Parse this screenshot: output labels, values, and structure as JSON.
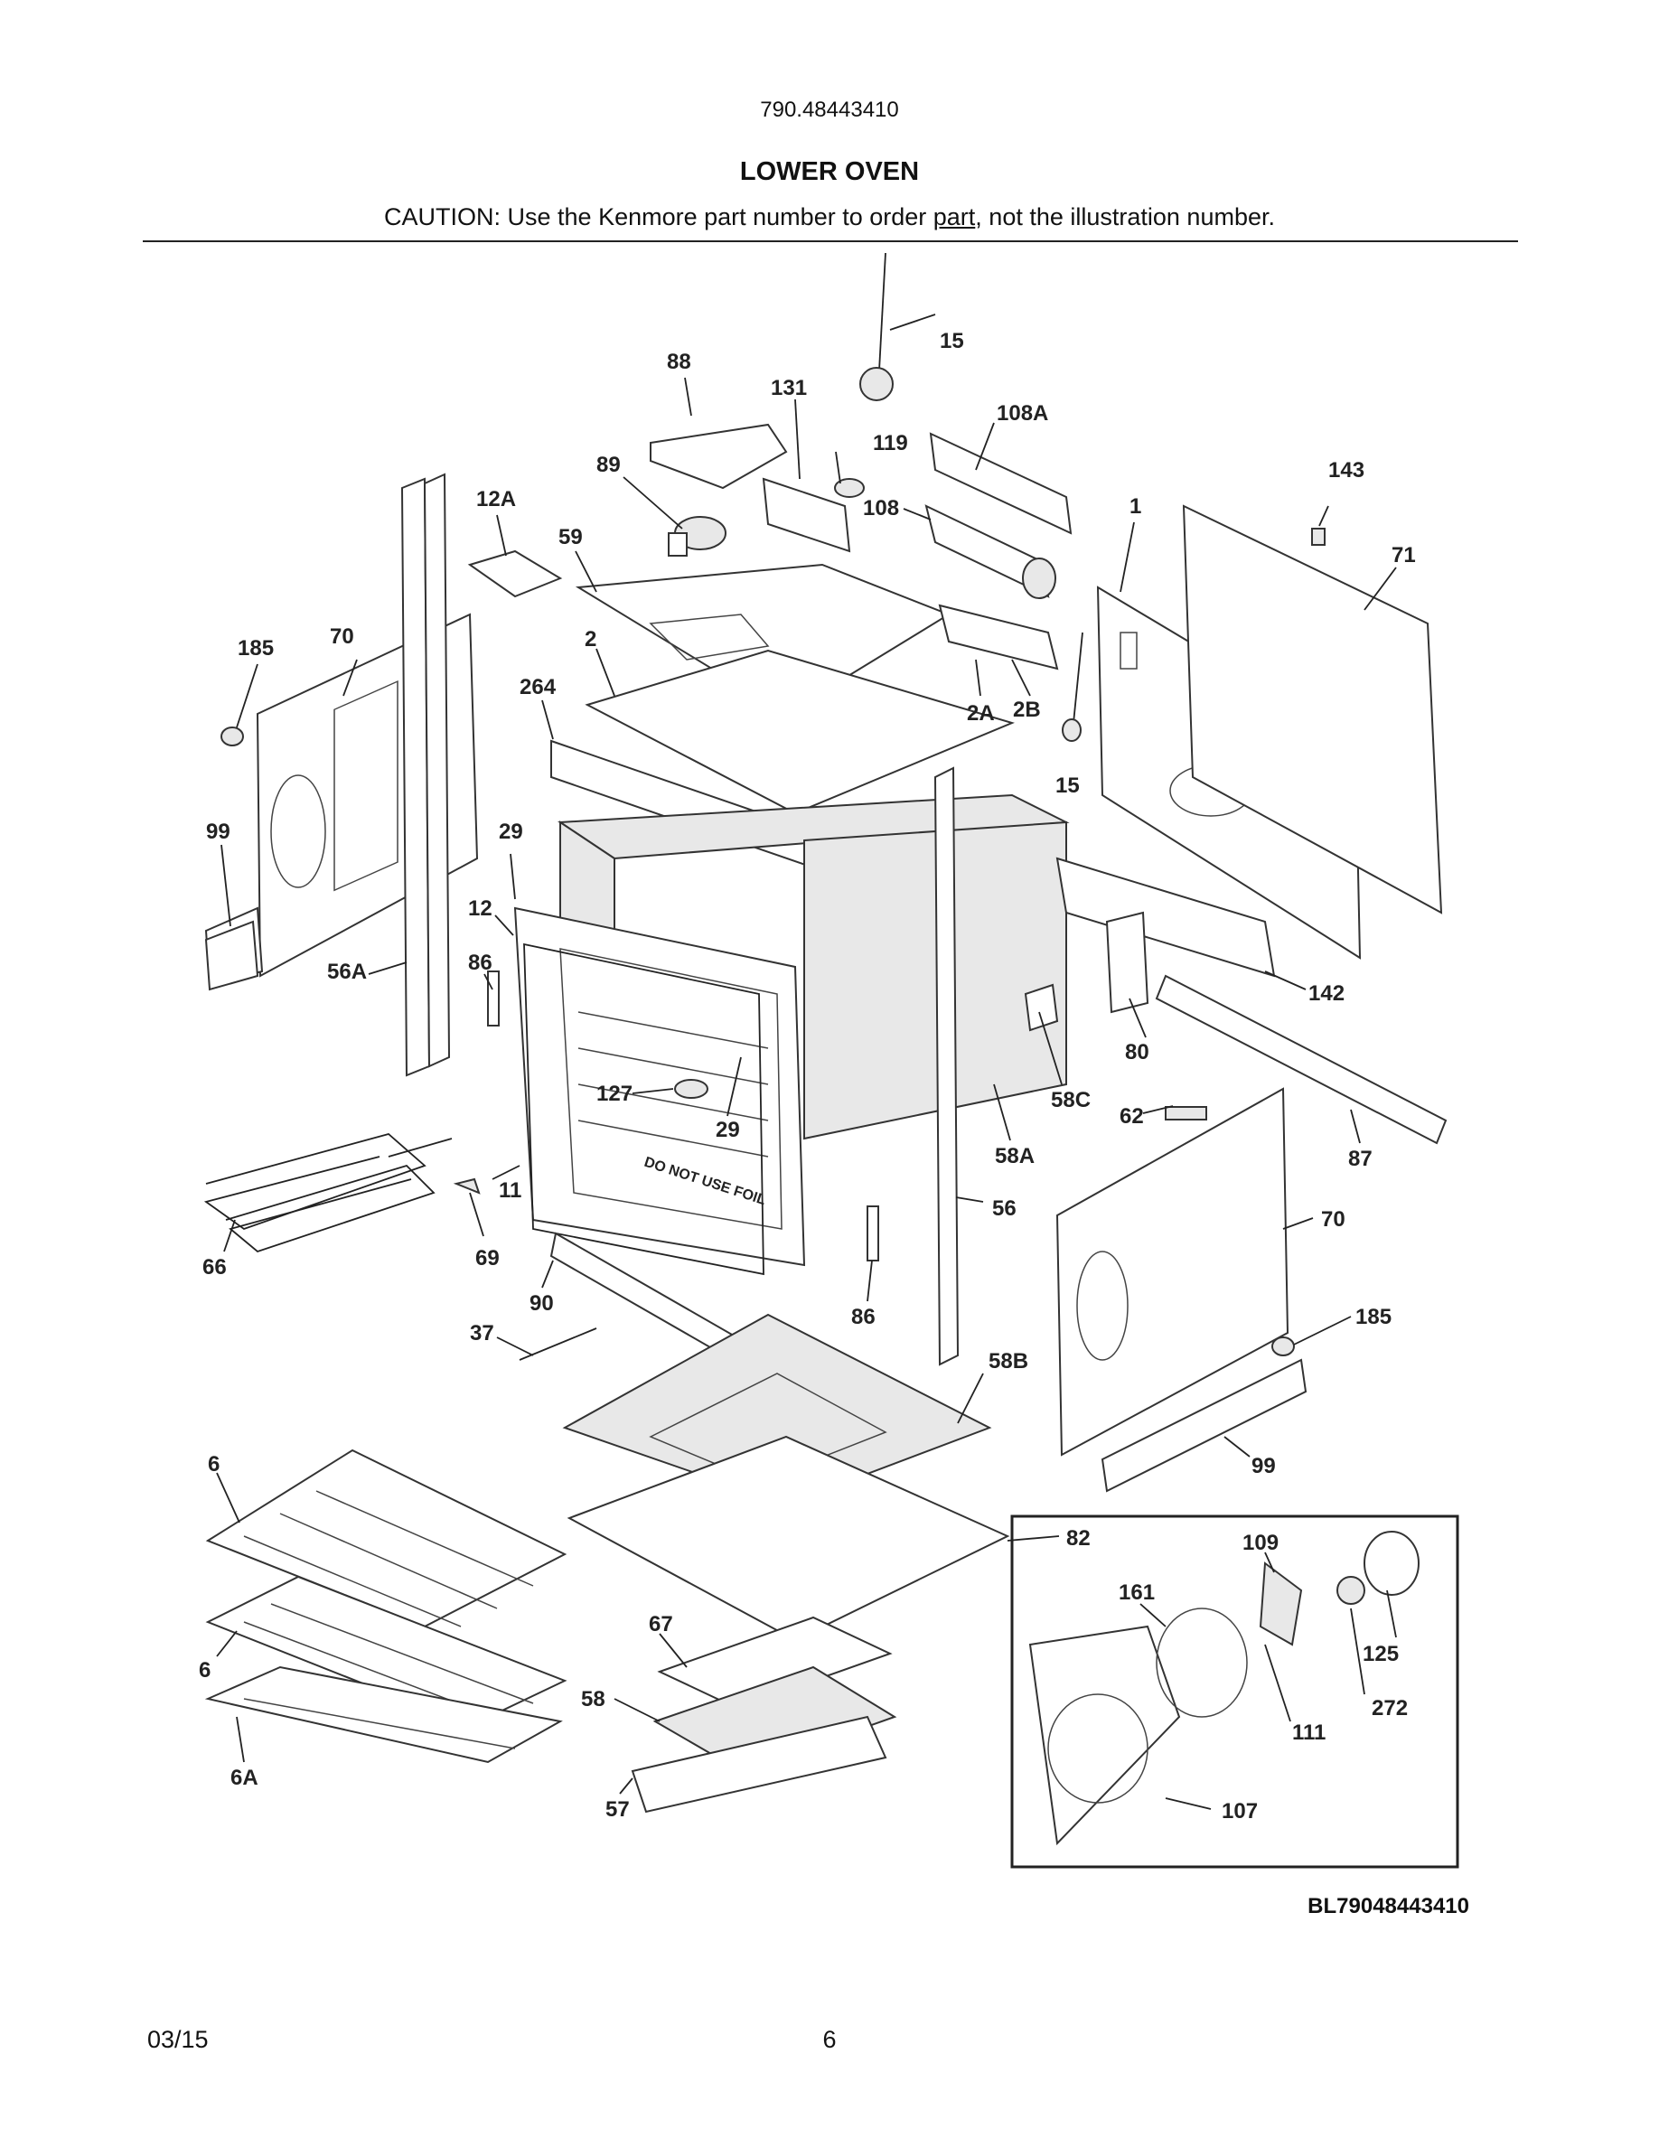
{
  "header": {
    "model_number": "790.48443410",
    "title": "LOWER OVEN",
    "caution_before": "CAUTION: Use the Kenmore part number to order ",
    "caution_underlined": "part",
    "caution_after": ", not the illustration number."
  },
  "callouts": {
    "c15a": "15",
    "c88": "88",
    "c131": "131",
    "c108a": "108A",
    "c119": "119",
    "c89": "89",
    "c108": "108",
    "c143": "143",
    "c1": "1",
    "c71": "71",
    "c12a": "12A",
    "c59": "59",
    "c185a": "185",
    "c70a": "70",
    "c2": "2",
    "c264": "264",
    "c2a": "2A",
    "c2b": "2B",
    "c15b": "15",
    "c99a": "99",
    "c29a": "29",
    "c12": "12",
    "c56a": "56A",
    "c86a": "86",
    "c142": "142",
    "c80": "80",
    "c127": "127",
    "c29b": "29",
    "c58c": "58C",
    "c62": "62",
    "c87": "87",
    "c58a": "58A",
    "c11": "11",
    "c66": "66",
    "c69": "69",
    "c56": "56",
    "c70b": "70",
    "c90": "90",
    "c86b": "86",
    "c185b": "185",
    "c37": "37",
    "c58b": "58B",
    "c99b": "99",
    "c6a": "6",
    "c82": "82",
    "c109": "109",
    "c161": "161",
    "c67": "67",
    "c125": "125",
    "c6b": "6",
    "c58": "58",
    "c272": "272",
    "c111": "111",
    "c6a2": "6A",
    "c57": "57",
    "c107": "107"
  },
  "door_label": "DO NOT USE FOIL",
  "diagram_number": "BL79048443410",
  "footer": {
    "date": "03/15",
    "page": "6"
  }
}
